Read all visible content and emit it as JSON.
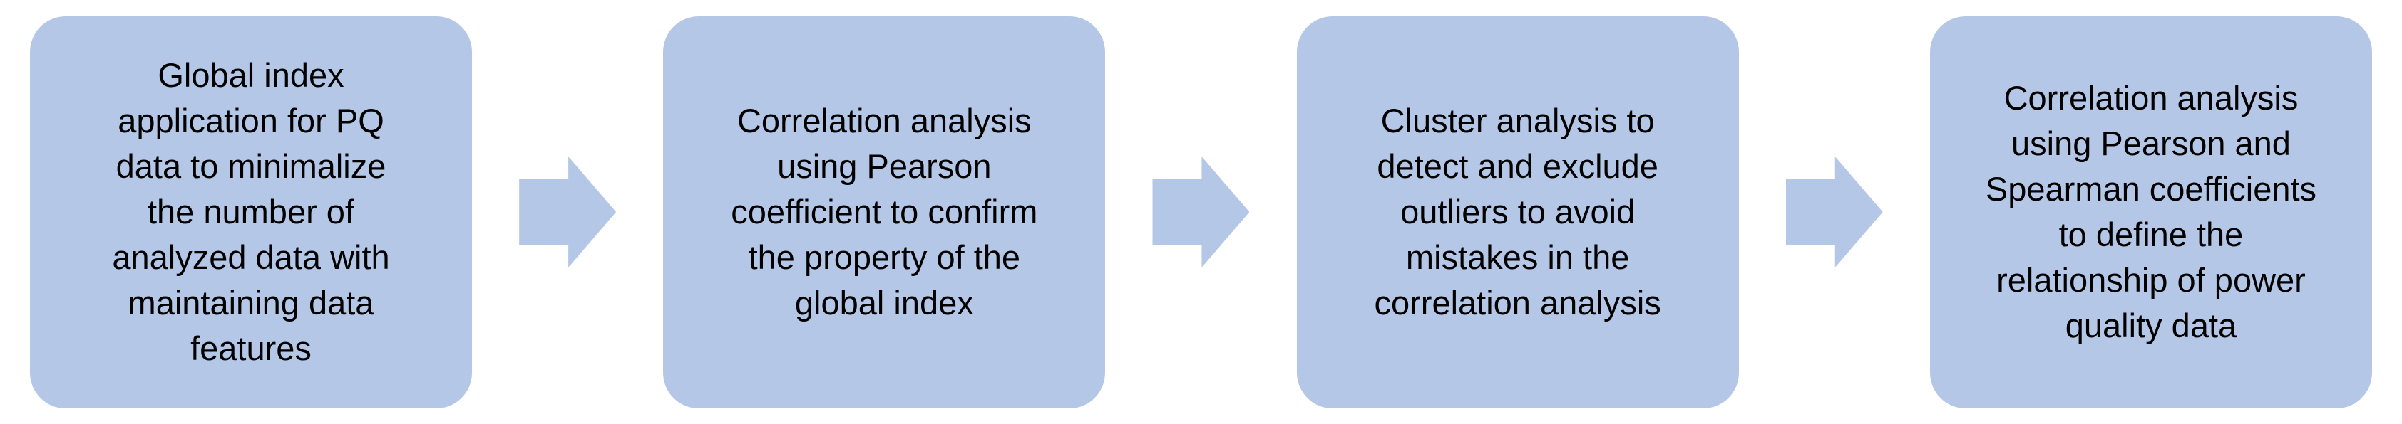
{
  "diagram": {
    "type": "process-flow",
    "direction": "left-to-right",
    "colors": {
      "background": "#ffffff",
      "box_fill": "#b4c7e7",
      "arrow_fill": "#b4c7e7",
      "text": "#000000"
    },
    "connector_icon": "right-block-arrow",
    "steps": [
      {
        "label": "Global index\napplication for PQ\ndata to minimalize\nthe number of\nanalyzed data with\nmaintaining data\nfeatures"
      },
      {
        "label": "Correlation analysis\nusing Pearson\ncoefficient to confirm\nthe property of the\nglobal index"
      },
      {
        "label": "Cluster analysis to\ndetect and exclude\noutliers to avoid\nmistakes in the\ncorrelation analysis"
      },
      {
        "label": "Correlation analysis\nusing Pearson and\nSpearman coefficients\nto define the\nrelationship of power\nquality data"
      }
    ]
  }
}
